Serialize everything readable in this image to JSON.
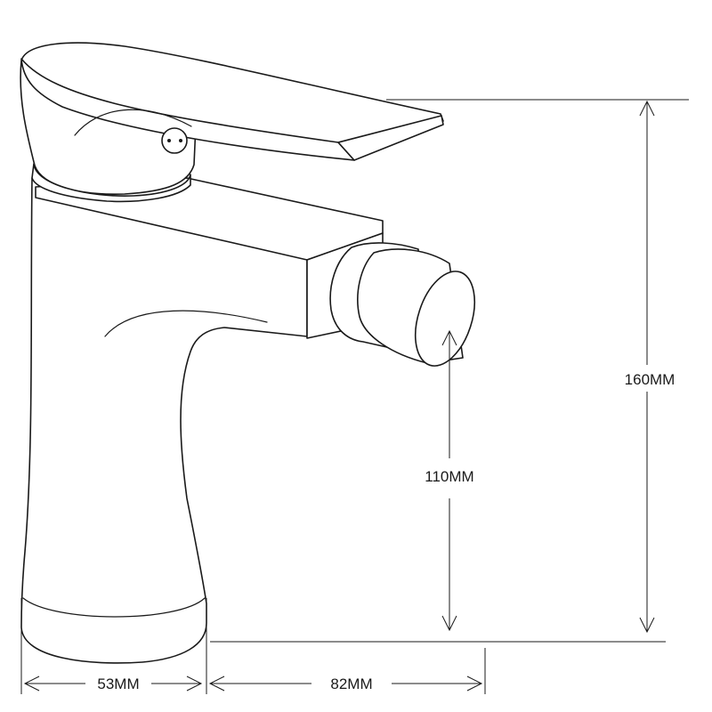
{
  "dimensions": {
    "total_height": "160MM",
    "spout_height": "110MM",
    "base_width": "53MM",
    "spout_reach": "82MM"
  },
  "colors": {
    "stroke": "#1a1a1a",
    "background": "#ffffff"
  }
}
